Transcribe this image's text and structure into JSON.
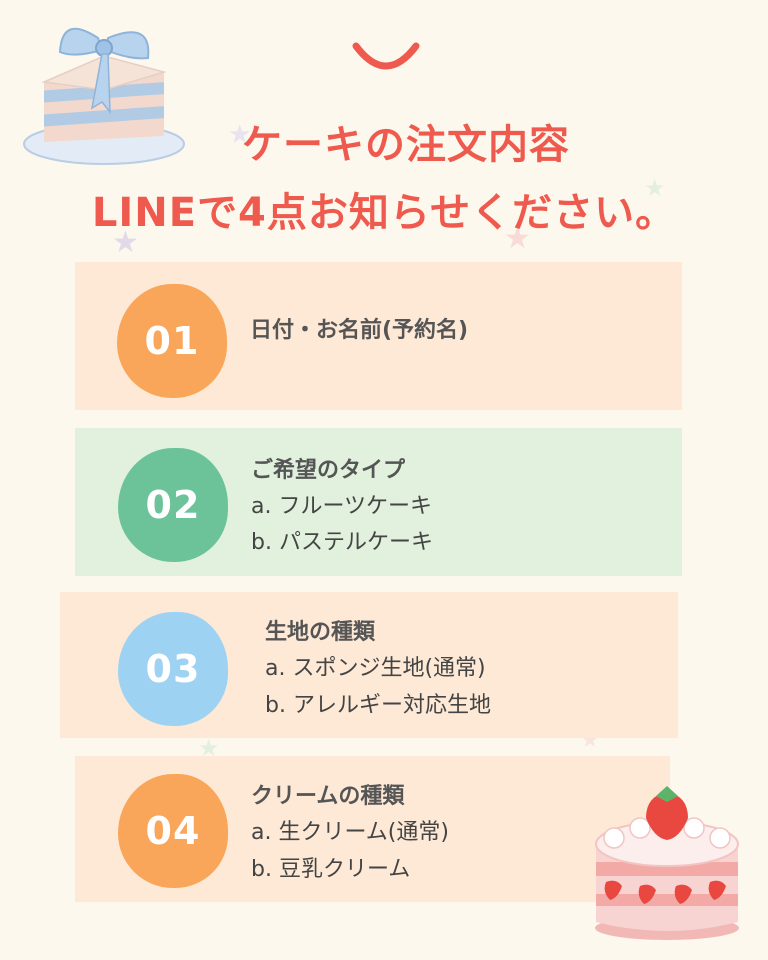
{
  "header": {
    "title_line1": "ケーキの注文内容",
    "title_line2": "LINEで4点お知らせください。",
    "title_color": "#ef5a4e"
  },
  "decor": {
    "smile_icon": "smile-icon",
    "gift_cake_icon": "ribbon-cake-icon",
    "strawberry_cake_icon": "strawberry-cake-icon"
  },
  "items": [
    {
      "number": "01",
      "badge_color": "#f9a65a",
      "card_color": "#fde9d6",
      "title": "日付・お名前(予約名)",
      "options": []
    },
    {
      "number": "02",
      "badge_color": "#6cc39a",
      "card_color": "#e1f1dd",
      "title": "ご希望のタイプ",
      "options": [
        "a. フルーツケーキ",
        "b. パステルケーキ"
      ]
    },
    {
      "number": "03",
      "badge_color": "#9dd2f2",
      "card_color": "#fde9d6",
      "title": "生地の種類",
      "options": [
        "a. スポンジ生地(通常)",
        "b. アレルギー対応生地"
      ]
    },
    {
      "number": "04",
      "badge_color": "#f9a65a",
      "card_color": "#fde9d6",
      "title": "クリームの種類",
      "options": [
        "a. 生クリーム(通常)",
        "b. 豆乳クリーム"
      ]
    }
  ]
}
